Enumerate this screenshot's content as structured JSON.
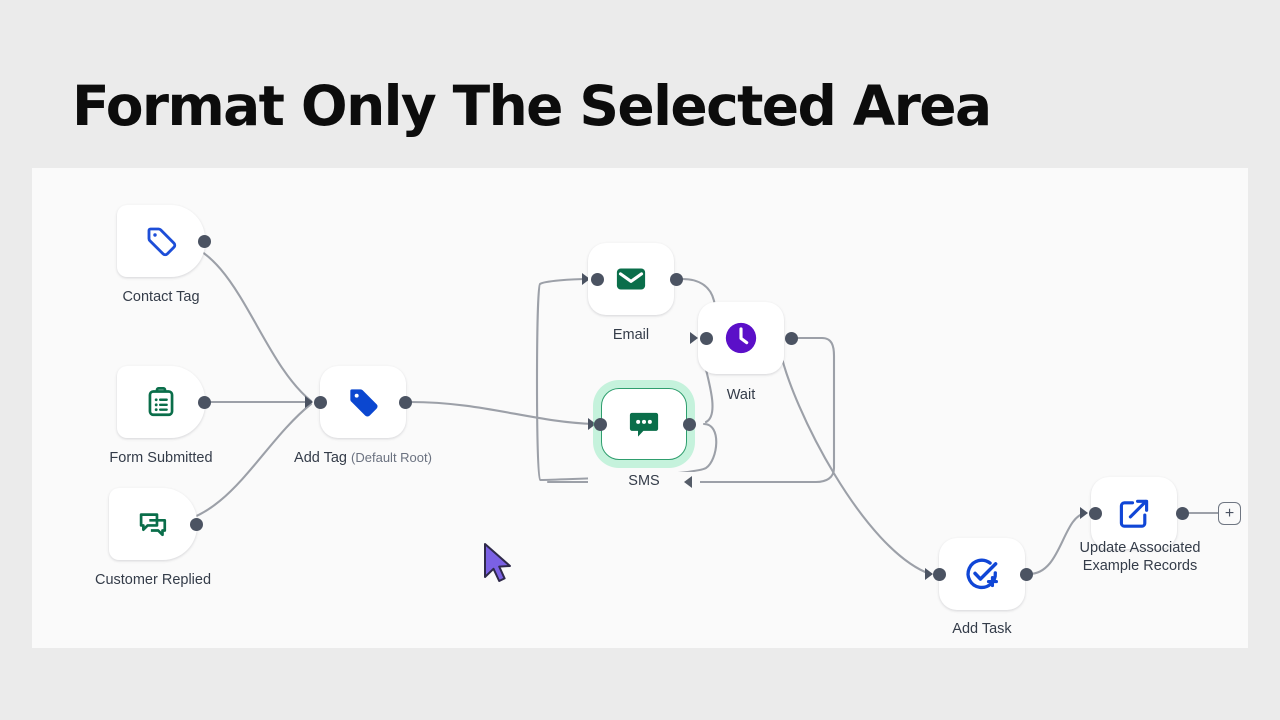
{
  "page": {
    "title": "Format Only The Selected Area",
    "background_color": "#ebebeb",
    "canvas_background_color": "#fafafa"
  },
  "canvas": {
    "add_button_label": "+",
    "selection_glow_color": "#7ce7b2",
    "selected_node": "SMS",
    "nodes": [
      {
        "id": "contact-tag",
        "label": "Contact Tag",
        "sublabel": "",
        "icon": "tag-outline-icon",
        "icon_color": "#1d4ed8",
        "type": "trigger"
      },
      {
        "id": "form-submitted",
        "label": "Form Submitted",
        "sublabel": "",
        "icon": "clipboard-list-icon",
        "icon_color": "#0a6e4a",
        "type": "trigger"
      },
      {
        "id": "customer-replied",
        "label": "Customer Replied",
        "sublabel": "",
        "icon": "chat-bubbles-icon",
        "icon_color": "#0a6e4a",
        "type": "trigger"
      },
      {
        "id": "add-tag",
        "label": "Add Tag",
        "sublabel": "(Default Root)",
        "icon": "tag-filled-icon",
        "icon_color": "#0b47d0",
        "type": "action"
      },
      {
        "id": "email",
        "label": "Email",
        "sublabel": "",
        "icon": "envelope-icon",
        "icon_color": "#0a6e4a",
        "type": "action"
      },
      {
        "id": "sms",
        "label": "SMS",
        "sublabel": "",
        "icon": "sms-bubble-icon",
        "icon_color": "#0a6e4a",
        "type": "action"
      },
      {
        "id": "wait",
        "label": "Wait",
        "sublabel": "",
        "icon": "clock-icon",
        "icon_color": "#5b0fc8",
        "type": "action"
      },
      {
        "id": "add-task",
        "label": "Add Task",
        "sublabel": "",
        "icon": "check-circle-plus-icon",
        "icon_color": "#1046d6",
        "type": "action"
      },
      {
        "id": "update-records",
        "label": "Update Associated Example Records",
        "sublabel": "",
        "icon": "edit-square-icon",
        "icon_color": "#1046d6",
        "type": "action"
      }
    ]
  },
  "cursor": {
    "icon": "mouse-pointer-icon",
    "color": "#7b61e4"
  }
}
